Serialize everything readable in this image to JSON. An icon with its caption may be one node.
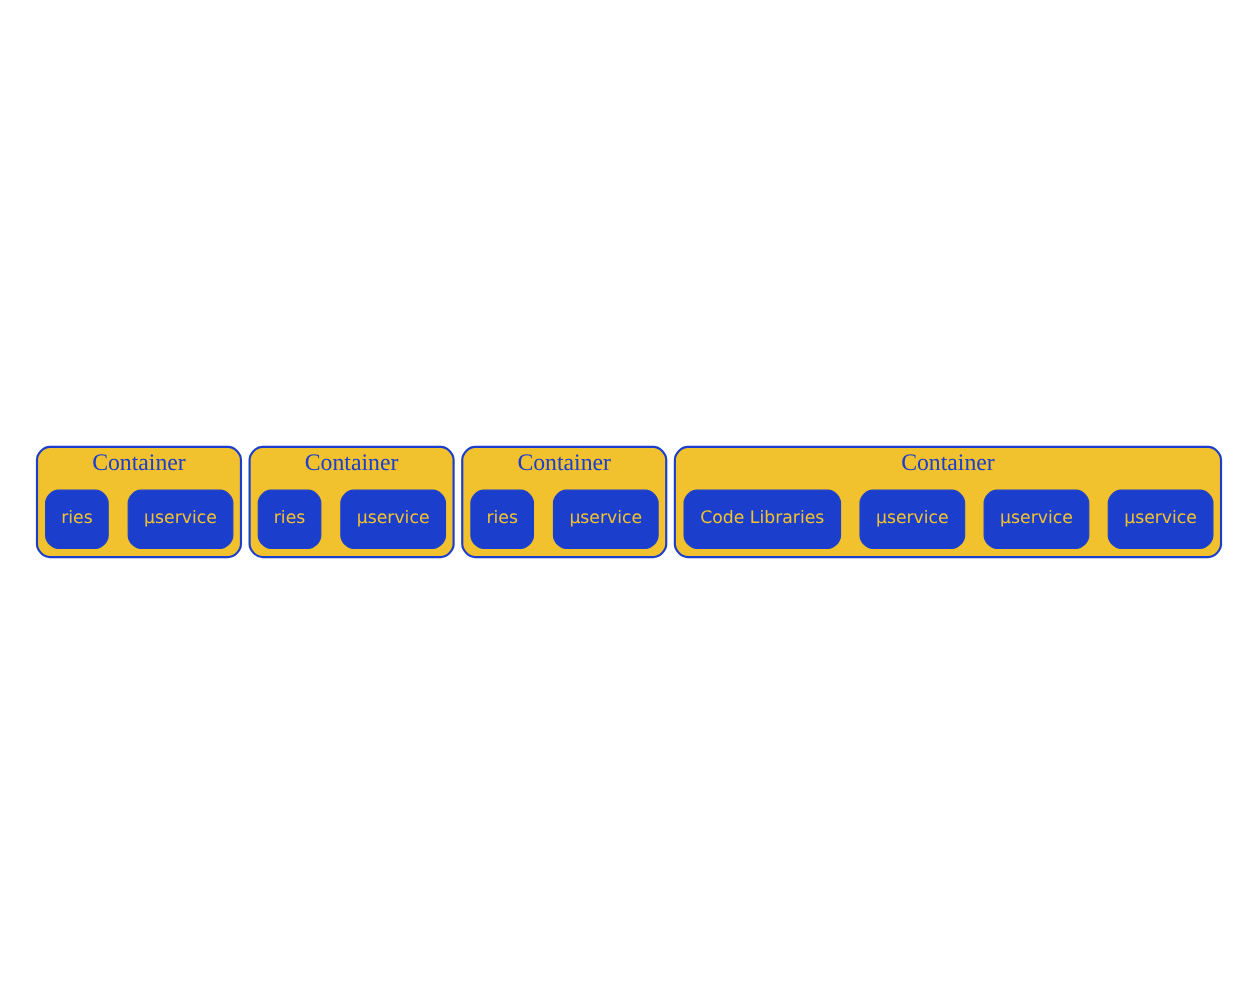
{
  "diagram": {
    "nodes": [
      {
        "text": [
          "Container"
        ]
      },
      {
        "text": [
          "µservice"
        ],
        "in": 0
      },
      {
        "text": [
          "ries"
        ],
        "in": 0
      },
      {
        "text": [
          "Container"
        ]
      },
      {
        "text": [
          "µservice"
        ],
        "in": 3
      },
      {
        "text": [
          "ries"
        ],
        "in": 3
      },
      {
        "text": [
          "Container"
        ]
      },
      {
        "text": [
          "µservice"
        ],
        "in": 6
      },
      {
        "text": [
          "ries"
        ],
        "in": 6
      },
      {
        "text": [
          "Container"
        ]
      },
      {
        "text": [
          "µservice"
        ],
        "in": 9
      },
      {
        "text": [
          "µservice"
        ],
        "in": 9
      },
      {
        "text": [
          "µservice"
        ],
        "in": 9
      },
      {
        "text": [
          "Code Libraries"
        ],
        "in": 9
      }
    ]
  }
}
